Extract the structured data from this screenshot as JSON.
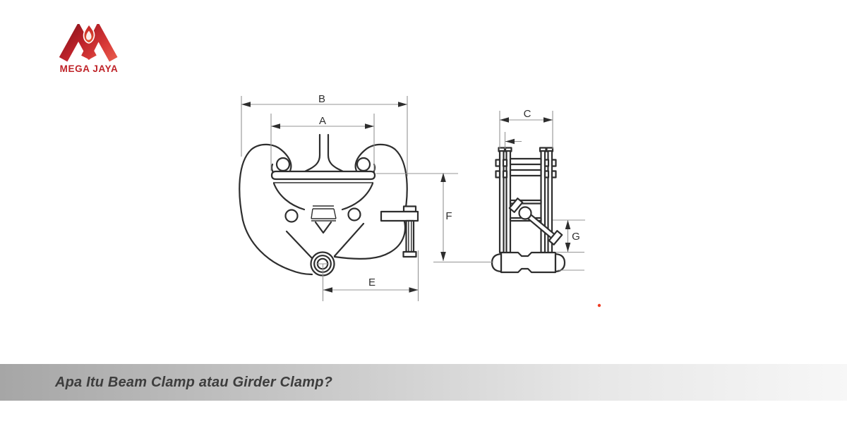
{
  "logo": {
    "text": "MEGA JAYA",
    "icon": "mountain-m-with-flame",
    "colors": {
      "primary_red": "#bf2328",
      "dark_red": "#8f161d",
      "bright_red": "#e04b44",
      "flame_inner": "#ffffff"
    }
  },
  "drawing": {
    "description": "Beam clamp / girder clamp technical line drawing: front view (left) and side view (right) with dimension arrows",
    "views": [
      "front-view",
      "side-view"
    ],
    "dimension_labels": {
      "A": "A",
      "B": "B",
      "C": "C",
      "E": "E",
      "F": "F",
      "G": "G"
    },
    "line_color": "#2e2e2e",
    "dimension_line_color": "#949494",
    "artifact": {
      "name": "small-red-dot",
      "color": "#ee3d24"
    }
  },
  "footer": {
    "title": "Apa Itu Beam Clamp atau Girder Clamp?",
    "background_left": "#a6a6a6",
    "background_right": "#f7f7f7",
    "text_color": "#3d3d3d"
  }
}
